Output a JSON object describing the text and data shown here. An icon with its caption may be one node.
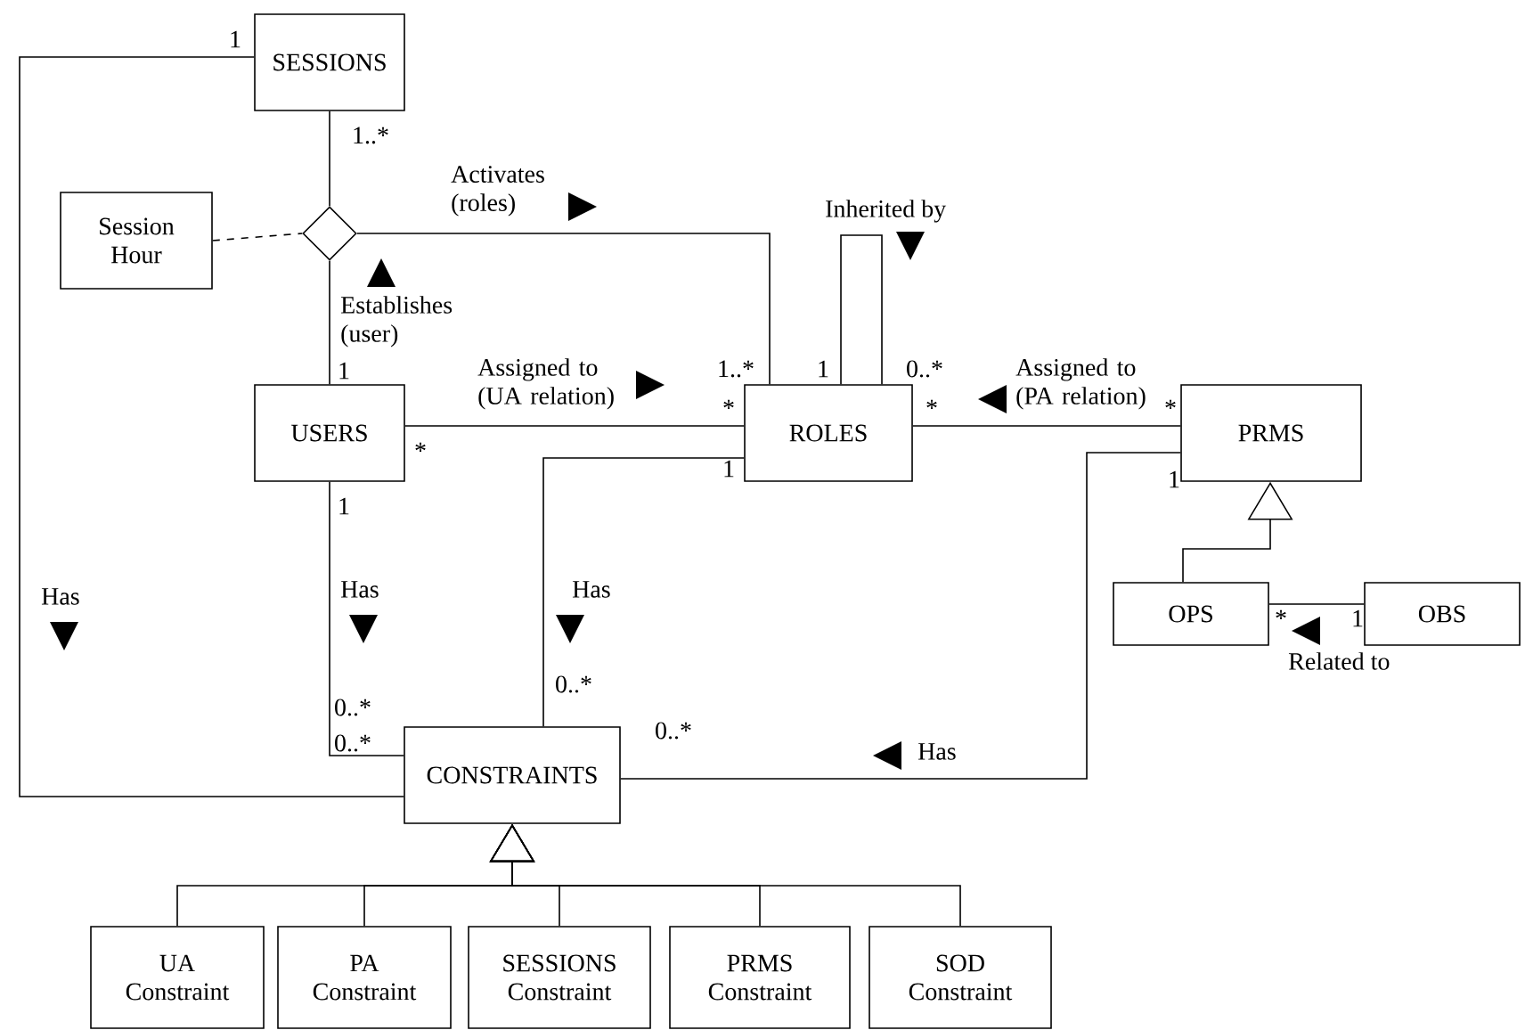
{
  "diagram": {
    "nodes": [
      {
        "text": [
          "SESSIONS"
        ]
      },
      {
        "text": [
          "Session Hour"
        ]
      },
      {
        "text": [],
        "shape": "diamond"
      },
      {
        "text": [
          "USERS"
        ]
      },
      {
        "text": [
          "ROLES"
        ]
      },
      {
        "text": [
          "PRMS"
        ]
      },
      {
        "text": [
          "OPS"
        ]
      },
      {
        "text": [
          "OBS"
        ]
      },
      {
        "text": [
          "CONSTRAINTS"
        ]
      },
      {
        "text": [
          "UA Constraint"
        ]
      },
      {
        "text": [
          "PA Constraint"
        ]
      },
      {
        "text": [
          "SESSIONS Constraint"
        ]
      },
      {
        "text": [
          "PRMS Constraint"
        ]
      },
      {
        "text": [
          "SOD Constraint"
        ]
      }
    ],
    "edges": [
      {
        "from": 0,
        "to": 2,
        "arrow": "none"
      },
      {
        "from": 1,
        "to": 2,
        "arrow": "none",
        "style": "dashed"
      },
      {
        "from": 2,
        "to": 3,
        "arrow": "none",
        "label": "Establishes (user)"
      },
      {
        "from": 2,
        "to": 4,
        "arrow": "none",
        "label": "Activates (roles)"
      },
      {
        "from": 3,
        "to": 4,
        "arrow": "none",
        "label": "Assigned to (UA relation)"
      },
      {
        "from": 4,
        "to": 4,
        "arrow": "none",
        "label": "Inherited by"
      },
      {
        "from": 4,
        "to": 5,
        "arrow": "none",
        "label": "Assigned to (PA relation)"
      },
      {
        "from": 6,
        "to": 5,
        "arrow": "to"
      },
      {
        "from": 6,
        "to": 7,
        "arrow": "none",
        "label": "Related to"
      },
      {
        "from": 0,
        "to": 8,
        "arrow": "none",
        "label": "Has"
      },
      {
        "from": 3,
        "to": 8,
        "arrow": "none",
        "label": "Has"
      },
      {
        "from": 4,
        "to": 8,
        "arrow": "none",
        "label": "Has"
      },
      {
        "from": 5,
        "to": 8,
        "arrow": "none",
        "label": "Has"
      },
      {
        "from": 9,
        "to": 8,
        "arrow": "to"
      },
      {
        "from": 10,
        "to": 8,
        "arrow": "to"
      },
      {
        "from": 11,
        "to": 8,
        "arrow": "to"
      },
      {
        "from": 12,
        "to": 8,
        "arrow": "to"
      },
      {
        "from": 13,
        "to": 8,
        "arrow": "to"
      }
    ],
    "labels": [
      "1",
      "1..*",
      "1",
      "1..*",
      "1",
      "0..*",
      "*",
      "*",
      "*",
      "*",
      "1",
      "1",
      "1",
      "*",
      "1",
      "0..*",
      "0..*",
      "0..*",
      "0..*"
    ]
  }
}
